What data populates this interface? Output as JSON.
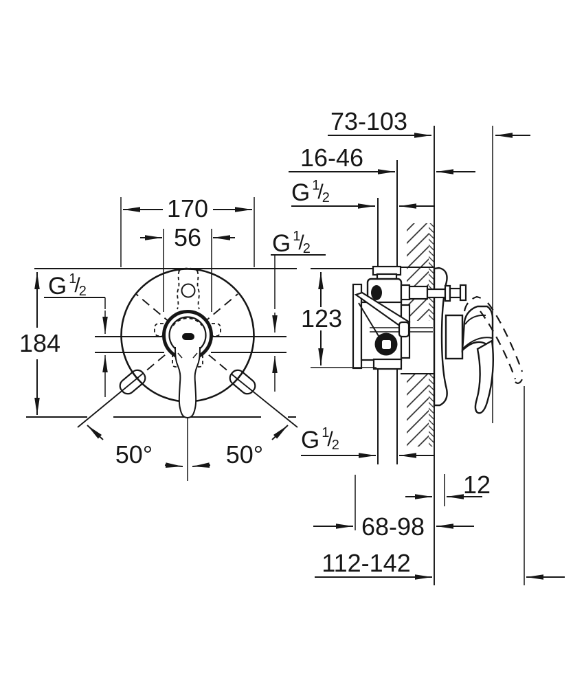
{
  "drawing": {
    "dimensions": {
      "plate_width": "170",
      "handle_hub_width": "56",
      "overall_height": "184",
      "body_height": "123",
      "swing_angle_left": "50°",
      "swing_angle_right": "50°",
      "depth_range_total": "73-103",
      "depth_range_inner": "16-46",
      "flange_offset": "12",
      "rough_in_depth": "68-98",
      "handle_projection": "112-142"
    },
    "thread_label": {
      "prefix": "G",
      "numerator": "1",
      "slash": "/",
      "denominator": "2"
    }
  }
}
